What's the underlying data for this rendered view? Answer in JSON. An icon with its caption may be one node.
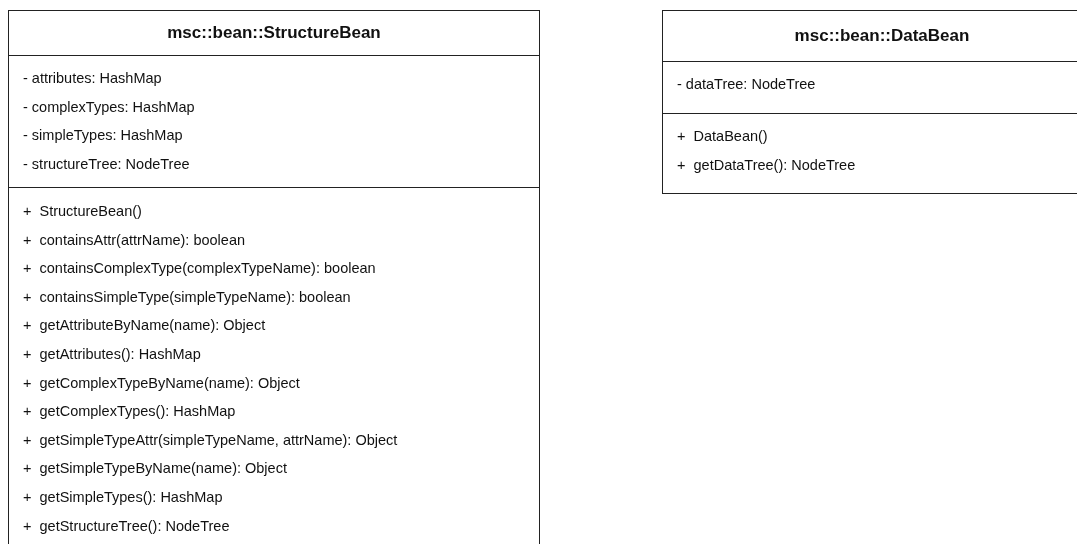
{
  "diagram": {
    "nodes": [
      {
        "text": [
          "msc::bean::StructureBean"
        ]
      },
      {
        "text": [
          "- attributes: HashMap",
          "- complexTypes: HashMap",
          "- simpleTypes: HashMap",
          "- structureTree: NodeTree"
        ],
        "in": 0
      },
      {
        "text": [
          "+  StructureBean()",
          "+  containsAttr(attrName): boolean",
          "+  containsComplexType(complexTypeName): boolean",
          "+  containsSimpleType(simpleTypeName): boolean",
          "+  getAttributeByName(name): Object",
          "+  getAttributes(): HashMap",
          "+  getComplexTypeByName(name): Object",
          "+  getComplexTypes(): HashMap",
          "+  getSimpleTypeAttr(simpleTypeName, attrName): Object",
          "+  getSimpleTypeByName(name): Object",
          "+  getSimpleTypes(): HashMap",
          "+  getStructureTree(): NodeTree"
        ],
        "in": 0
      },
      {
        "text": [
          "msc::bean::DataBean"
        ]
      },
      {
        "text": [
          "- dataTree: NodeTree"
        ],
        "in": 3
      },
      {
        "text": [
          "+  DataBean()",
          "+  getDataTree(): NodeTree"
        ],
        "in": 3
      }
    ]
  }
}
